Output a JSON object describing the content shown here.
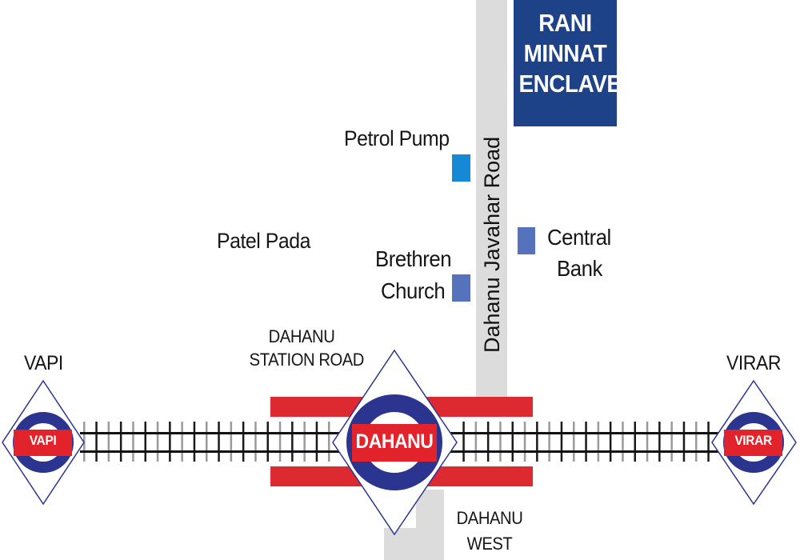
{
  "map": {
    "landmark_block": {
      "lines": [
        "RANI",
        "MINNAT",
        "ENCLAVE"
      ],
      "color": "#1d4288"
    },
    "road": {
      "name": "Dahanu Javahar Road",
      "color": "#dcdcdc"
    },
    "places": {
      "petrol_pump": {
        "label": "Petrol Pump",
        "marker_color": "#1589d6"
      },
      "central_bank": {
        "label_line1": "Central",
        "label_line2": "Bank",
        "marker_color": "#5573bd"
      },
      "brethren_church": {
        "label_line1": "Brethren",
        "label_line2": "Church",
        "marker_color": "#5573bd"
      },
      "patel_pada": {
        "label": "Patel Pada"
      },
      "dahanu_station_road": {
        "label_line1": "DAHANU",
        "label_line2": "STATION ROAD"
      },
      "dahanu_west": {
        "label_line1": "DAHANU",
        "label_line2": "WEST"
      }
    },
    "stations": [
      {
        "name": "VAPI",
        "badge": "VAPI"
      },
      {
        "name": "DAHANU",
        "badge": "DAHANU"
      },
      {
        "name": "VIRAR",
        "badge": "VIRAR"
      }
    ],
    "colors": {
      "station_ring": "#2b3590",
      "station_badge": "#e3232c",
      "platform_bar": "#dd2a30",
      "rail": "#111111",
      "diamond_border": "#2b3590"
    }
  }
}
